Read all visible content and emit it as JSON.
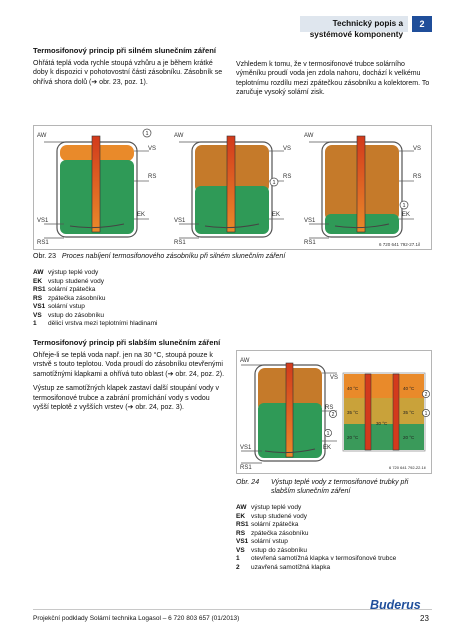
{
  "header": {
    "title": "Technický popis a systémové komponenty",
    "chapter": "2"
  },
  "section1": {
    "heading": "Termosifonový princip při silném slunečním záření",
    "left_text": "Ohřátá teplá voda rychle stoupá vzhůru a je během krátké doby k dispozici v pohotovostní části zásobníku. Zásobník se ohřívá shora dolů (➔ obr. 23, poz. 1).",
    "right_text": "Vzhledem k tomu, že v termosifonové trubce solárního výměníku proudí voda jen zdola nahoru, dochází k velkému teplotnímu rozdílu mezi zpátečkou zásobníku a kolektorem. To zaručuje vysoký solární zisk."
  },
  "figure1": {
    "labels": {
      "aw": "AW",
      "vs": "VS",
      "rs": "RS",
      "ek": "EK",
      "vs1": "VS1",
      "rs1": "RS1",
      "pos1": "1"
    },
    "ref": "6 720 641 792-27.1il",
    "caption_num": "Obr. 23",
    "caption_text": "Proces nabíjení termosifonového zásobníku při silném slunečním záření"
  },
  "legend1": [
    {
      "k": "AW",
      "v": "výstup teplé vody"
    },
    {
      "k": "EK",
      "v": "vstup studené vody"
    },
    {
      "k": "RS1",
      "v": "solární zpátečka"
    },
    {
      "k": "RS",
      "v": "zpátečka zásobníku"
    },
    {
      "k": "VS1",
      "v": "solární vstup"
    },
    {
      "k": "VS",
      "v": "vstup do zásobníku"
    },
    {
      "k": "1",
      "v": "dělicí vrstva mezi teplotními hladinami"
    }
  ],
  "section2": {
    "heading": "Termosifonový princip při slabším slunečním záření",
    "p1": "Ohřeje-li se teplá voda např. jen na 30 °C, stoupá pouze k vrstvě s touto teplotou. Voda proudí do zásobníku otevřenými samotížnými klapkami a ohřívá tuto oblast (➔ obr. 24, poz. 2).",
    "p2": "Výstup ze samotížných klapek zastaví další stoupání vody v termosifonové trubce a zabrání promíchání vody s vodou vyšší teplotě z vyšších vrstev (➔ obr. 24, poz. 3)."
  },
  "figure2": {
    "labels": {
      "aw": "AW",
      "vs": "VS",
      "rs": "RS",
      "ek": "EK",
      "vs1": "VS1",
      "rs1": "RS1",
      "p1": "1",
      "p2": "2"
    },
    "temps": {
      "t40a": "40 °C",
      "t40b": "40 °C",
      "t35a": "35 °C",
      "t35b": "35 °C",
      "t30": "30 °C",
      "t20a": "20 °C",
      "t20b": "20 °C"
    },
    "ref": "6 720 641 792-22.1il",
    "caption_num": "Obr. 24",
    "caption_text": "Výstup teplé vody z termosifonové trubky při slabším slunečním záření"
  },
  "legend2": [
    {
      "k": "AW",
      "v": "výstup teplé vody"
    },
    {
      "k": "EK",
      "v": "vstup studené vody"
    },
    {
      "k": "RS1",
      "v": "solární zpátečka"
    },
    {
      "k": "RS",
      "v": "zpátečka zásobníku"
    },
    {
      "k": "VS1",
      "v": "solární vstup"
    },
    {
      "k": "VS",
      "v": "vstup do zásobníku"
    },
    {
      "k": "1",
      "v": "otevřená samotížná klapka v termosifonové trubce"
    },
    {
      "k": "2",
      "v": "uzavřená samotížná klapka"
    }
  ],
  "footer": {
    "text": "Projekční podklady Solární technika Logasol – 6 720 803 657 (01/2013)",
    "logo": "Buderus",
    "page": "23"
  },
  "colors": {
    "accent": "#1f4e9a",
    "hot": "#e36b1f",
    "warm": "#c9a23a",
    "cold": "#2f9a57",
    "band": "#dfe6ee"
  }
}
